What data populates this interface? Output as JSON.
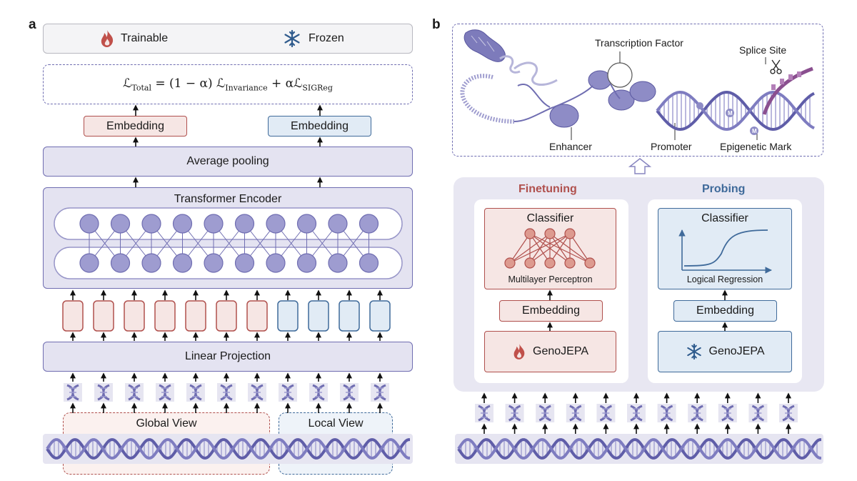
{
  "panel_a": {
    "letter": "a",
    "legend": {
      "trainable": "Trainable",
      "frozen": "Frozen"
    },
    "loss_formula": {
      "lhs": "ℒ",
      "lhs_sub": "Total",
      "eq": " = (1 − α) ℒ",
      "inv_sub": "Invariance",
      "plus": " + αℒ",
      "sig_sub": "SIGReg"
    },
    "embedding_left": "Embedding",
    "embedding_right": "Embedding",
    "average_pooling": "Average pooling",
    "transformer_encoder": "Transformer Encoder",
    "linear_projection": "Linear Projection",
    "global_view": "Global View",
    "local_view": "Local View",
    "token_colors": [
      "red",
      "red",
      "red",
      "red",
      "red",
      "red",
      "red",
      "blue",
      "blue",
      "blue",
      "blue"
    ]
  },
  "panel_b": {
    "letter": "b",
    "labels": {
      "transcription_factor": "Transcription Factor",
      "splice_site": "Splice Site",
      "enhancer": "Enhancer",
      "promoter": "Promoter",
      "epigenetic_mark": "Epigenetic Mark"
    },
    "finetuning": {
      "heading": "Finetuning",
      "classifier": "Classifier",
      "caption": "Multilayer Perceptron",
      "embedding": "Embedding",
      "model": "GenoJEPA"
    },
    "probing": {
      "heading": "Probing",
      "classifier": "Classifier",
      "caption": "Logical Regression",
      "embedding": "Embedding",
      "model": "GenoJEPA"
    }
  },
  "colors": {
    "lavender": "#6f6db1",
    "trainable_red": "#b0504d",
    "frozen_blue": "#3f6a9a"
  },
  "icons": [
    "flame-icon",
    "snowflake-icon",
    "dna-token-icon",
    "dna-helix",
    "scissors-icon"
  ]
}
